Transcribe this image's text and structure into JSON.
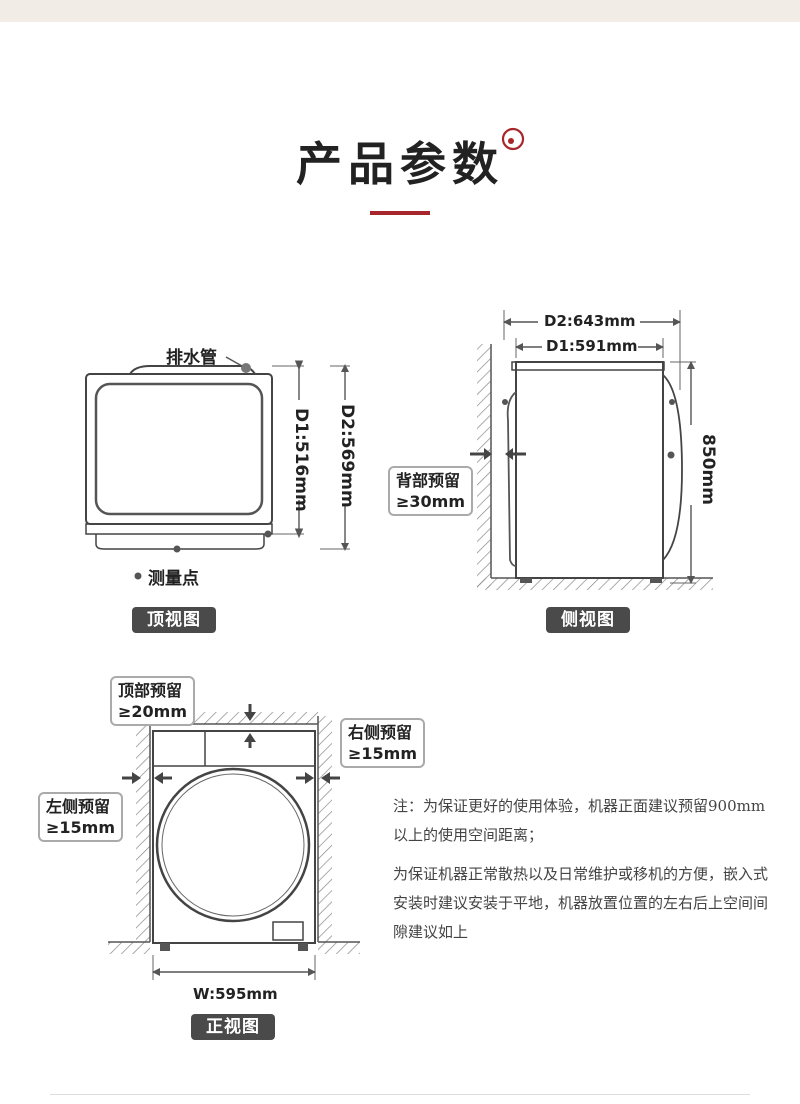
{
  "page_title": "产品参数",
  "top_view": {
    "plate": "顶视图",
    "drain_pipe_label": "排水管",
    "measure_point_label": "测量点",
    "d1": "D1:516mm",
    "d2": "D2:569mm"
  },
  "side_view": {
    "plate": "侧视图",
    "d2": "D2:643mm",
    "d1": "D1:591mm",
    "height": "850mm",
    "back_clearance_title": "背部预留",
    "back_clearance_value": "≥30mm"
  },
  "front_view": {
    "plate": "正视图",
    "width": "W:595mm",
    "top_clearance_title": "顶部预留",
    "top_clearance_value": "≥20mm",
    "left_clearance_title": "左侧预留",
    "left_clearance_value": "≥15mm",
    "right_clearance_title": "右侧预留",
    "right_clearance_value": "≥15mm"
  },
  "notes": [
    "注：为保证更好的使用体验，机器正面建议预留900mm以上的使用空间距离；",
    "为保证机器正常散热以及日常维护或移机的方便，嵌入式安装时建议安装于平地，机器放置位置的左右后上空间间隙建议如上"
  ],
  "accent_color": "#a7262b"
}
